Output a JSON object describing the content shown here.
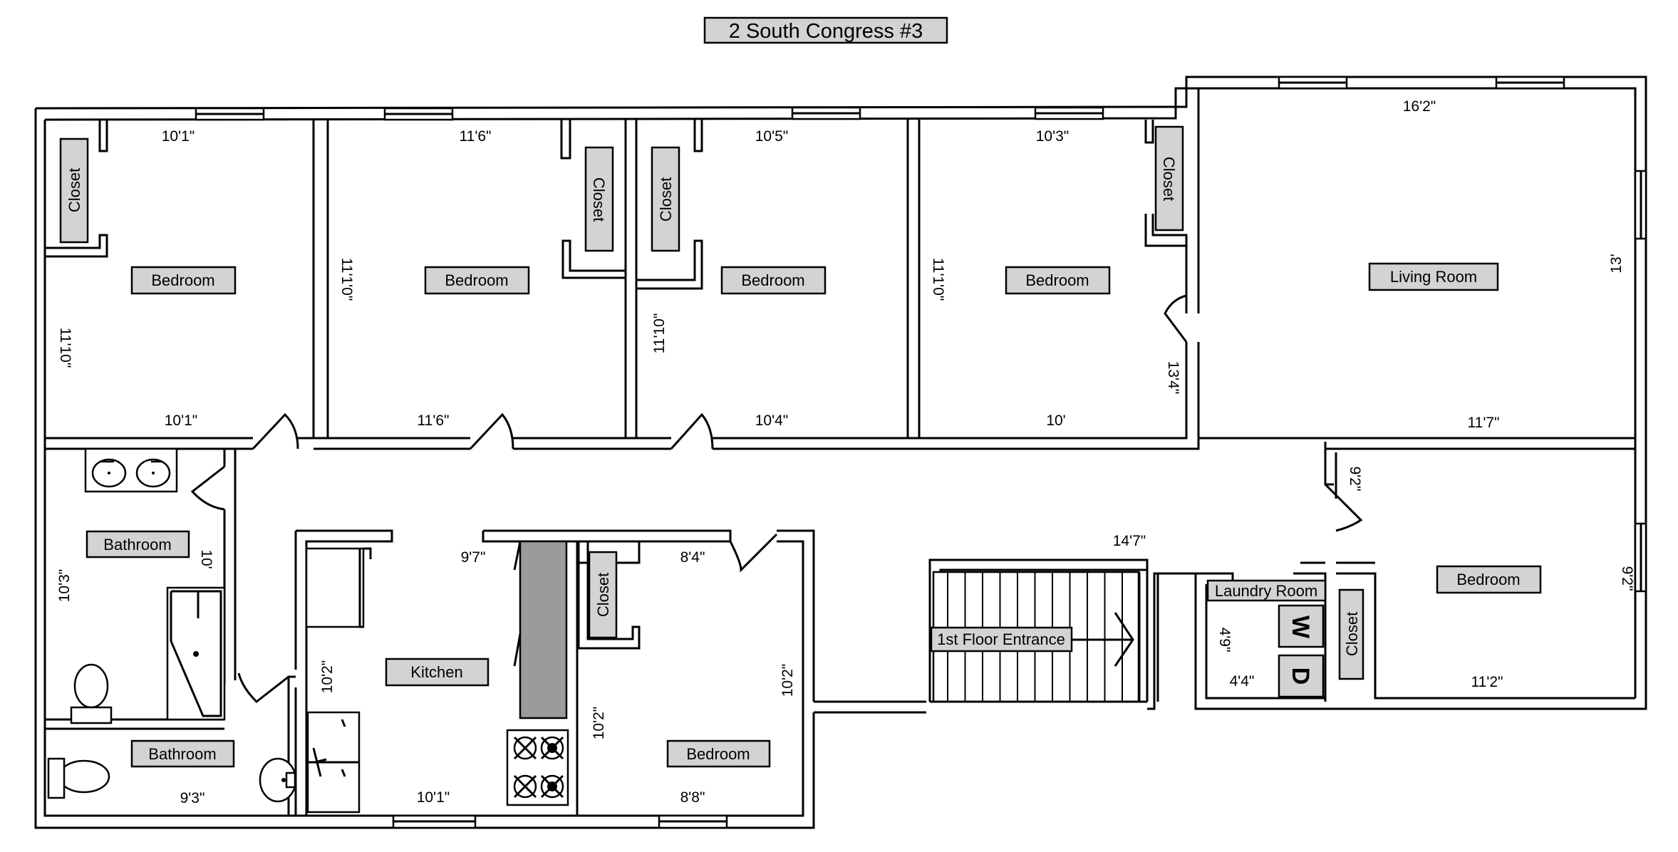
{
  "title": "2 South Congress #3",
  "rooms": {
    "bedroom1": "Bedroom",
    "bedroom2": "Bedroom",
    "bedroom3": "Bedroom",
    "bedroom4": "Bedroom",
    "bedroom5": "Bedroom",
    "bedroom6": "Bedroom",
    "living": "Living Room",
    "bath1": "Bathroom",
    "bath2": "Bathroom",
    "kitchen": "Kitchen",
    "laundry": "Laundry Room",
    "entrance": "1st Floor Entrance",
    "closet1": "Closet",
    "closet2": "Closet",
    "closet3": "Closet",
    "closet4": "Closet",
    "closet5": "Closet",
    "closet6": "Closet"
  },
  "appliances": {
    "washer": "W",
    "dryer": "D"
  },
  "dimensions": {
    "b1_top": "10'1\"",
    "b1_left": "11'10\"",
    "b1_bottom": "10'1\"",
    "b2_top": "11'6\"",
    "b2_left": "11'1'0\"",
    "b2_bottom": "11'6\"",
    "b3_top": "10'5\"",
    "b3_left": "11'10\"",
    "b3_bottom": "10'4\"",
    "b4_top": "10'3\"",
    "b4_left": "11'1'0\"",
    "b4_bottom": "10'",
    "b4_right": "13'4\"",
    "lr_top": "16'2\"",
    "lr_right": "13'",
    "lr_bottom": "11'7\"",
    "b6_left": "9'2\"",
    "b6_right": "9'2\"",
    "b6_bottom": "11'2\"",
    "bath1_left": "10'3\"",
    "bath1_right": "10'",
    "bath2_bottom": "9'3\"",
    "kitchen_top": "9'7\"",
    "kitchen_left": "10'2\"",
    "kitchen_bottom": "10'1\"",
    "b5_top": "8'4\"",
    "b5_right": "10'2\"",
    "b5_left": "10'2\"",
    "b5_bottom": "8'8\"",
    "hall": "14'7\"",
    "laundry_left": "4'9\"",
    "laundry_bottom": "4'4\""
  }
}
